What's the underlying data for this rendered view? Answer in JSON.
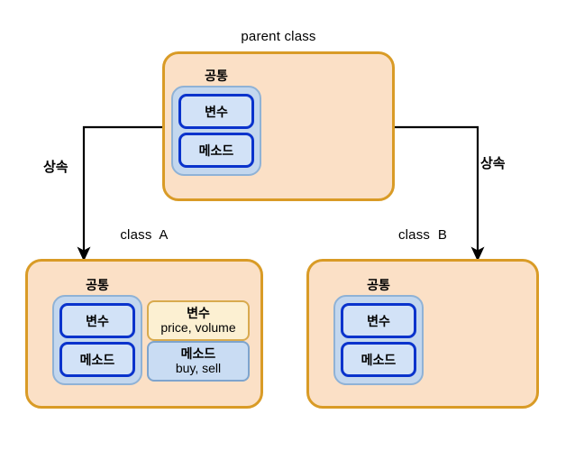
{
  "diagram": {
    "title_note": "class inheritance diagram",
    "colors": {
      "outer_fill": "#fbe0c6",
      "outer_border": "#d99b26",
      "common_fill": "#c3d7ee",
      "common_border": "#8fb2d6",
      "member_fill": "#d2e2f7",
      "member_border": "#0a33cc",
      "own_variable_fill": "#fcf0d2",
      "own_variable_border": "#d8aa4e",
      "own_method_fill": "#c9dcf3",
      "own_method_border": "#7ea4cd",
      "connector": "#000000"
    }
  },
  "parent": {
    "caption": "parent class",
    "common_title": "공통",
    "members": [
      {
        "label": "변수"
      },
      {
        "label": "메소드"
      }
    ]
  },
  "class_a": {
    "caption": "class  A",
    "common_title": "공통",
    "inherited_members": [
      {
        "label": "변수"
      },
      {
        "label": "메소드"
      }
    ],
    "own_members": [
      {
        "title": "변수",
        "items": "price, volume"
      },
      {
        "title": "메소드",
        "items": "buy, sell"
      }
    ]
  },
  "class_b": {
    "caption": "class  B",
    "common_title": "공통",
    "inherited_members": [
      {
        "label": "변수"
      },
      {
        "label": "메소드"
      }
    ],
    "own_members": []
  },
  "edges": [
    {
      "id": "left",
      "label": "상속",
      "from": "parent",
      "to": "class_a"
    },
    {
      "id": "right",
      "label": "상속",
      "from": "parent",
      "to": "class_b"
    }
  ]
}
